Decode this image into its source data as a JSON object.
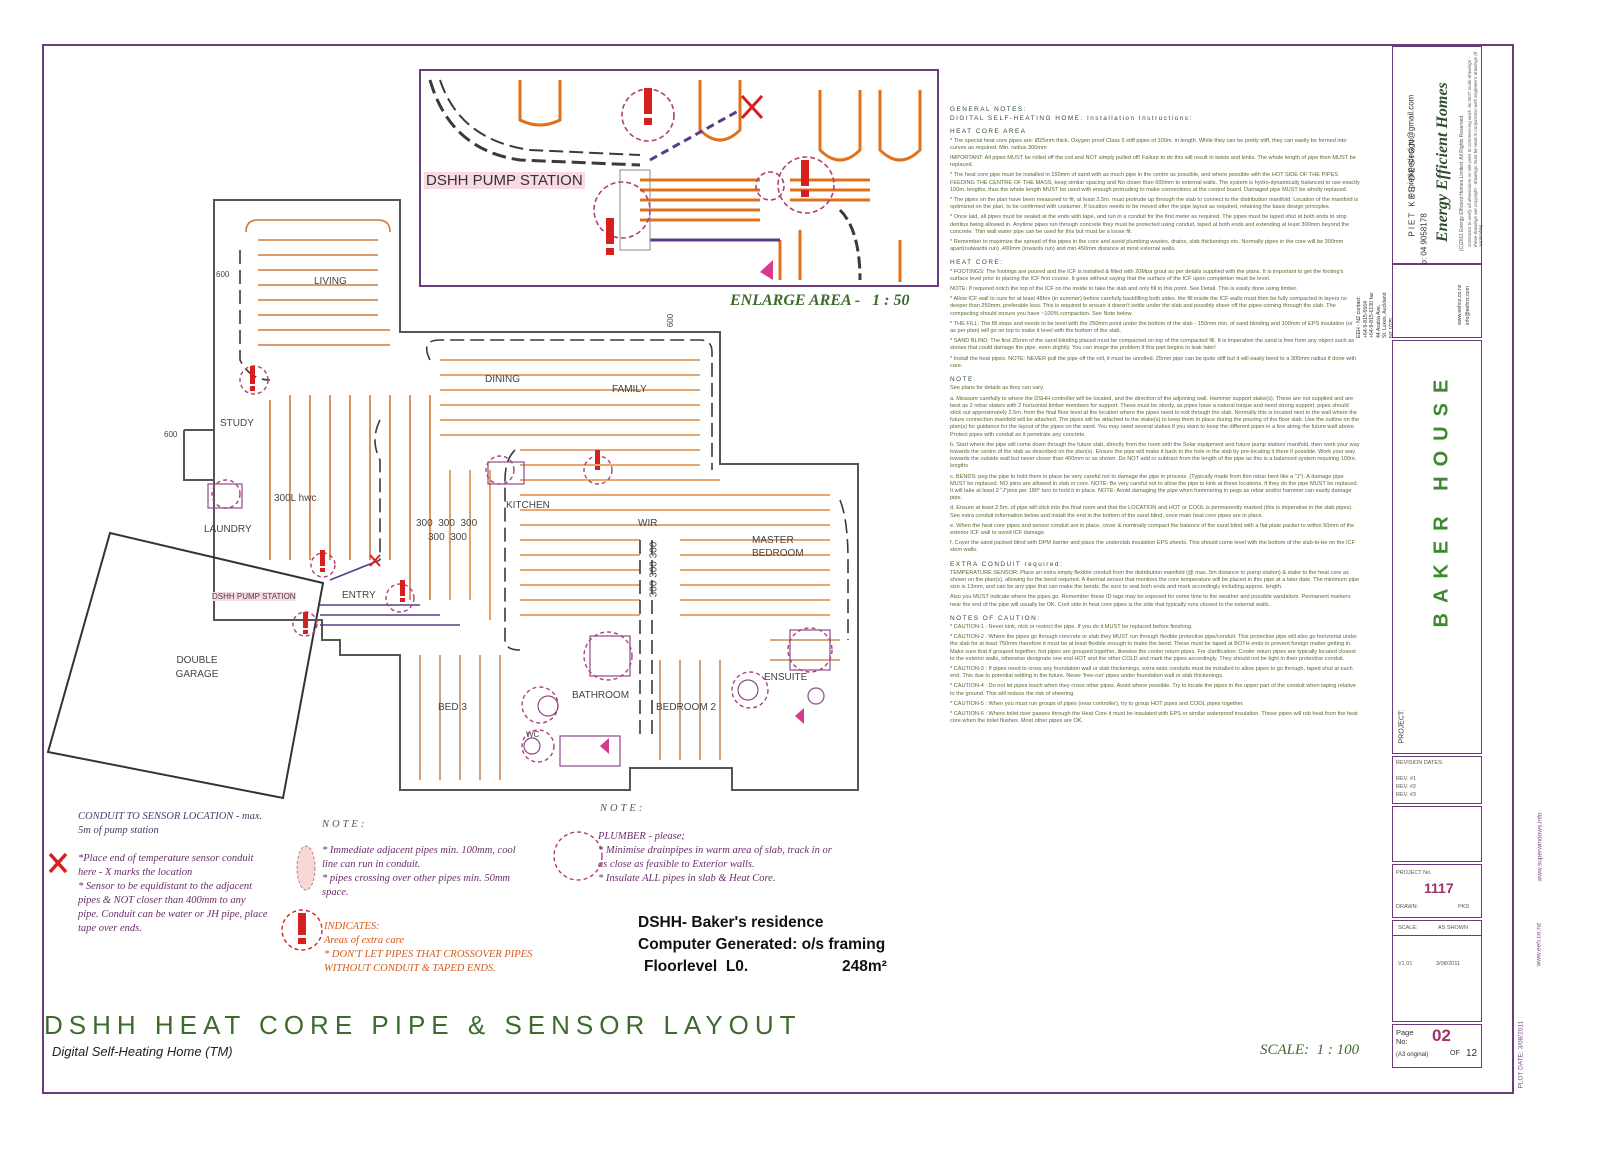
{
  "sheet": {
    "title": "DSHH HEAT CORE PIPE & SENSOR LAYOUT",
    "subtitle": "Digital Self-Heating Home (TM)",
    "scale": "SCALE:  1 : 100",
    "enlarge_label": "ENLARGE AREA -   1 : 50",
    "plot_date": "PLOT DATE: 3/08/2011",
    "side_url_1": "www.superwindows.info",
    "side_url_2": "www.eeh.co.nz"
  },
  "colors": {
    "frame": "#6a3d7a",
    "pipe_hot": "#e0701a",
    "pipe_cool": "#c88a5a",
    "conduit": "#5b3a8a",
    "alert": "#d62020",
    "title_green": "#3d6b2d",
    "room_label": "#555555"
  },
  "plan": {
    "rooms": {
      "living": "LIVING",
      "dining": "DINING",
      "family": "FAMILY",
      "study": "STUDY",
      "hwc": "300L hwc",
      "laundry": "LAUNDRY",
      "kitchen": "KITCHEN",
      "wir": "WIR",
      "master": "MASTER BEDROOM",
      "pump": "DSHH PUMP STATION",
      "entry": "ENTRY",
      "garage": "DOUBLE GARAGE",
      "bathroom": "BATHROOM",
      "ensuite": "ENSUITE",
      "bed3": "BED 3",
      "bed2": "BEDROOM 2",
      "wc": "WC"
    },
    "dims": {
      "d600a": "600",
      "d600b": "600",
      "d600c": "600",
      "d300row1": "300  300  300",
      "d300row2": "300  300",
      "d300vert": "300 300 300"
    },
    "enlarge_pump": "DSHH PUMP STATION"
  },
  "notes": {
    "conduit_title": "CONDUIT TO SENSOR LOCATION - max. 5m of pump station",
    "conduit_lines": [
      "*Place end of temperature sensor conduit here - X marks the location",
      "* Sensor to be equidistant to the adjacent pipes & NOT closer than 400mm to any pipe. Conduit can be water or JH pipe, place tape over ends."
    ],
    "note_heading_1": "NOTE:",
    "note_1_lines": [
      "* Immediate adjacent pipes min. 100mm, cool line can run in conduit.",
      "* pipes crossing over other pipes min. 50mm space."
    ],
    "indicates_lines": [
      "INDICATES:",
      "Areas of extra care",
      "* DON'T LET PIPES THAT CROSSOVER PIPES WITHOUT CONDUIT & TAPED ENDS."
    ],
    "note_heading_2": "NOTE:",
    "plumber_lines": [
      "PLUMBER - please;",
      "* Minimise drainpipes in warm area of slab, track in or as close as feasible to Exterior walls.",
      "* Insulate ALL pipes in slab & Heat Core."
    ]
  },
  "residence": {
    "line1": "DSHH- Baker's residence",
    "line2": "Computer Generated: o/s framing",
    "line3": "Floorlevel  L0.",
    "area": "248m²"
  },
  "spec": {
    "h_general": "GENERAL NOTES:",
    "h_digital": "DIGITAL SELF-HEATING HOME: Installation Instructions:",
    "h_core_area": "HEAT CORE AREA",
    "p1": "* The special heat core pipes are: Ø25mm thick, Oxygen proof Class 5 stiff pipes of 100m. in length. While they can be pretty stiff, they can easily be formed into curves as required. Min. radius 300mm",
    "p2": "IMPORTANT: All pipes MUST be rolled off the coil and NOT simply pulled off! Failure to do this will result in twists and kinks. The whole length of pipe then MUST be replaced.",
    "p3": "* The heat core pipe must be installed in 150mm of sand with as much pipe in the centre as possible, and where possible with the HOT SIDE OF THE PIPES FEEDING THE CENTRE OF THE MASS, keep similar spacing and No closer than 600mm to external walls. The system is hydro-dynamically balanced to use exactly 100m. lengths, thus the whole length MUST be used with enough protruding to make connections at the control board. Damaged pipe MUST be wholly replaced.",
    "p4": "* The pipes on the plan have been measured to fit; at least 2.5m. must protrude up through the slab to connect to the distribution manifold. Location of the manifold is optimized on the plan, to be confirmed with costumer. If location needs to be moved after the pipe layout as required, retaining the basic design principles.",
    "p5": "* Once laid, all pipes must be sealed at the ends with tape, and run in a conduit for the first meter as required. The pipes must be taped shut at both ends to stop detritus being allowed in. Anytime pipes run through concrete they must be protected using conduit, taped at both ends and extending at least 300mm beyond the concrete. Thin wall water pipe can be used for this but must be a loose fit.",
    "p6": "* Remember to maximize the spread of the pipes in the core and avoid plumbing wastes, drains, slab thickenings etc. Normally pipes in the core will be 300mm apart(outwards run) ,400mm (inwards run) and min.450mm distance at most external walls.",
    "h_core": "HEAT CORE:",
    "p7": "* FOOTINGS: The footings are poured and the ICF is installed & filled with 20Mpa grout as per details supplied with the plans. It is important to get the footing's surface level prior to placing the ICF first course. It goes without saying that the surface of the ICF upon completion must be level.",
    "p8": "NOTE: If required notch the top of the ICF on the inside to take the slab and only fill to this point. See Detail. This is easily done using timber.",
    "p9": "* Allow ICF wall to cure for at least 48hrs (in summer) before carefully backfilling both sides. the fill inside the ICF walls must then be fully compacted in layers no deeper than 250mm, preferable less. This is required to ensure it doesn't settle under the slab and possibly sheer off the pipes coming through the slab. The compacting should ensure you have ~100% compaction. See Note below.",
    "p10": "* THE FILL: The fill stops and needs to be level with the 250mm point under the bottom of the slab - 150mm min. of sand blinding and 100mm of EPS insulation (or as per plan) will go on top to make it level with the bottom of the slab.",
    "p11": "* SAND BLIND: The first 25mm of the sand blinding placed must be compacted on top of the compacted fill. It is imperative the sand is free from any object such as stones that could damage the pipe, even slightly. You can image the problem if this part begins to leak later!",
    "p12": "* Install the heat pipes. NOTE: NEVER pull the pipe off the roll, it must be unrolled. 25mm pipe can be quite stiff but it will easily bend to a 300mm radius if done with care.",
    "h_note": "NOTE:",
    "p13": "See plans for details as they can vary.",
    "p14": "a. Measure carefully to where the DSHH controller will be located, and the direction of the adjoining wall. Hammer support stake(s). These are not supplied and are best as 2 rebar stakes with 2 horizontal timber members for support. These must be sturdy, as pipes have a natural torque and need strong support. pipes should stick out approximately 2.5m. from the final floor level at the location where the pipes need to exit through the slab. Normally this is located next to the wall where the future connection manifold will be attached. The pipes will be attached to the stake(s) to keep them in place during the pouring of the floor slab. Use the outline on the plan(s) for guidance for the layout of the pipes on the sand. You may need several stakes if you want to keep the different pipes in a line along the future wall above. Protect pipes with conduit as it penetrate any concrete.",
    "p15": "b. Start where the pipe will come down through the future slab, directly from the room with the Solar equipment and future pump station/ manifold, then work your way towards the centre of the slab as described on the plan(s). Ensure the pipe will make it back to the hole in the slab by pre-locating it there if possible. Work your way towards the outside wall but never closer than 400mm or as shown. Do NOT add or subtract from the length of the pipe as this is a balanced system requiring 100m. lengths",
    "p16": "c. BENDS: peg the pipe to hold them in place be very careful not to damage the pipe in process. (Typically made from thin rebar bent like a \"J\"). A damage pipe MUST be replaced. NO joins are allowed in slab or core. NOTE: Be very careful not to allow the pipe to kink at these locations, if they do the pipe MUST be replaced. It will take at least 2 \"J\"pins per 180° turn to hold it in place. NOTE: Avoid damaging the pipe when hammering in pegs as rebar and/or hammer can easily damage pipe.",
    "p17": "d. Ensure at least 2.5m. of pipe will stick into the final room and that the LOCATION and HOT or COOL is permanently marked (this is imperative in the slab pipes). See extra conduit information below and install the end in the bottom of the sand blind, once main heat core pipes are in place.",
    "p18": "e. When the heat core pipes and sensor conduit are in place, cover & nominally compact the balance of the sand blind with a flat plate packer to within 50mm of the exterior ICF wall to avoid ICF damage.",
    "p19": "f. Cover the sand packed blind with DPM barrier and place the underslab insulation EPS sheets. This should come level with the bottom of the slab-to-be on the ICF stem walls.",
    "h_extra": "EXTRA CONDUIT required:",
    "p20": "TEMPERATURE SENSOR: Place an extra empty flexible conduit from the distribution manifold (@ max. 5m distance to pump station) & stake to the heat core as shown on the plan(s), allowing for the bend required. A thermal sensor that monitors the core temperature will be placed in this pipe at a later date. The minimum pipe size is 13mm, and can be any pipe that can make the bends. Be sure to seal both ends and mark accordingly including approx. length.",
    "p21": "Also you MUST indicate where the pipes go. Remember these ID tags may be exposed for some time to the weather and possible vandalism. Permanent markers near the end of the pipe will usually be OK. Cool side in heat core pipes is the side that typically runs closest to the external walls.",
    "h_caution": "NOTES OF CAUTION:",
    "p22": "* CAUTION-1 : Never kink, nick or restrict the pipe. If you do it MUST be replaced before finishing.",
    "p23": "* CAUTION-2 : Where the pipes go through concrete or slab they MUST run through flexible protective pipe/conduit. This protective pipe will also go horizontal under the slab for at least 750mm therefore it must be at least flexible enough to make the bend. These must be taped at BOTH ends to prevent foreign matter getting in. Make sure that if grouped together, hot pipes are grouped together, likewise the cooler return pipes. For clarification: Cooler return pipes are typically located closest to the exterior walls, otherwise designate one end HOT and the other COLD and mark the pipes accordingly. They should not be tight in their protective conduit.",
    "p24": "* CAUTION-3 : If pipes need to cross any foundation wall or slab thickenings, extra wide conduits must be installed to allow pipes to go through, taped shut at each end. This due to potential settling in the future. Never 'free-run' pipes under foundation wall or slab thickenings.",
    "p25": "* CAUTION-4 : Do not let pipes touch when they cross other pipes. Avoid where possible. Try to locate the pipes in the upper part of the conduit when taping relative to the ground. This will reduce the risk of sheering.",
    "p26": "* CAUTION-5 : When you must run groups of pipes (near controller), try to group HOT pipes and COOL pipes together.",
    "p27": "* CAUTION-6 : Where toilet riser passes through the Heat Core it must be insulated with EPS or similar waterproof insulation. These pipes will rob heat from the heat core when the toilet flushes. Most other pipes are OK."
  },
  "titleblock": {
    "firm": "PIET KEE DESIGN",
    "phone": "p: 04 9058178",
    "email": "e: pietkeedesign@gmail.com",
    "eeh_contact": "EEH - NZ contact:",
    "eeh_lines": [
      "+64-9-815-5664",
      "+64-9-815-6130 fax",
      "44 Arabia Ave,",
      "St. Lukes, Auckland",
      "NZ 1025"
    ],
    "eeh_web": "www.eehnz.co.nz",
    "eeh_mail": "info@eehnz.com",
    "brand": "Energy Efficient Homes",
    "copyright": "(C)2011 Energy Efficient Homes Limited. All Rights Reserved.",
    "contractor_note": "contractor to verify all dimensions on site prior to commencing work. do NOT scale drawings - these drawings are copyright - drawings must be read in conjunction with engineer's drawings (if applicable).",
    "project_label": "PROJECT:",
    "project_name": "BAKER HOUSE",
    "revision_dates": "REVISION DATES:",
    "rev1": "REV. #1",
    "rev2": "REV. #2",
    "rev3": "REV. #3",
    "project_no_label": "PROJECT No.",
    "project_no": "1117",
    "drawn_label": "DRAWN:",
    "drawn": "PKD",
    "scale_label": "SCALE:",
    "scale_value": "AS SHOWN",
    "version": "V1.01",
    "date": "3/08/2011",
    "page_label": "Page No:",
    "page_no": "02",
    "of": "OF",
    "total": "12",
    "a3": "(A3 original)"
  }
}
